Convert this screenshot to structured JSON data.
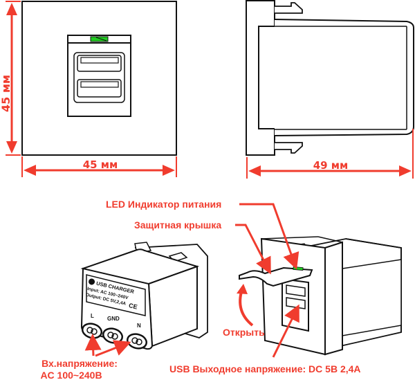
{
  "dimensions": {
    "front_height": "45 мм",
    "front_width": "45 мм",
    "side_depth": "49 мм"
  },
  "labels": {
    "led": "LED Индикатор питания",
    "cover": "Защитная крышка",
    "open": "Открыть",
    "input_line1": "Вх.напряжение:",
    "input_line2": "AC 100~240В",
    "usb_output": "USB Выходное напряжение: DC 5В 2,4А"
  },
  "nameplate": {
    "title": "USB CHARGER",
    "input": "Input: AC 100~240V",
    "output": "Output: DC 5V,2,4A",
    "mark": "CE"
  },
  "terminals": [
    "L",
    "GND",
    "N"
  ],
  "colors": {
    "annotation": "#f03c2e",
    "led": "#22cc22",
    "outline": "#111111"
  }
}
